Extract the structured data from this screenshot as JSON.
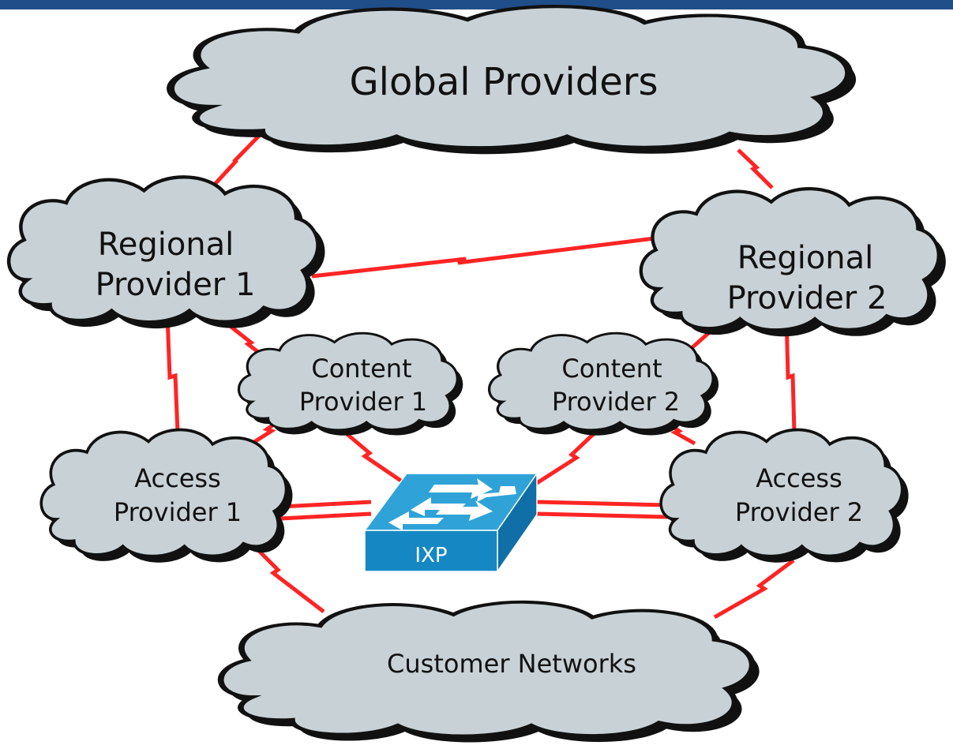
{
  "nodes": {
    "global": {
      "lines": [
        "Global Providers"
      ]
    },
    "regional1": {
      "lines": [
        "Regional",
        "Provider 1"
      ]
    },
    "regional2": {
      "lines": [
        "Regional",
        "Provider 2"
      ]
    },
    "content1": {
      "lines": [
        "Content",
        "Provider 1"
      ]
    },
    "content2": {
      "lines": [
        "Content",
        "Provider 2"
      ]
    },
    "access1": {
      "lines": [
        "Access",
        "Provider 1"
      ]
    },
    "access2": {
      "lines": [
        "Access",
        "Provider 2"
      ]
    },
    "customer": {
      "lines": [
        "Customer Networks"
      ]
    }
  },
  "ixp": {
    "label": "IXP"
  },
  "colors": {
    "cloud_fill": "#c8d2d6",
    "link": "#ff2424",
    "header_rule": "#1f4e89",
    "switch_top": "#2fa3d8",
    "switch_front": "#1588c4",
    "switch_side": "#0f6fa6"
  }
}
